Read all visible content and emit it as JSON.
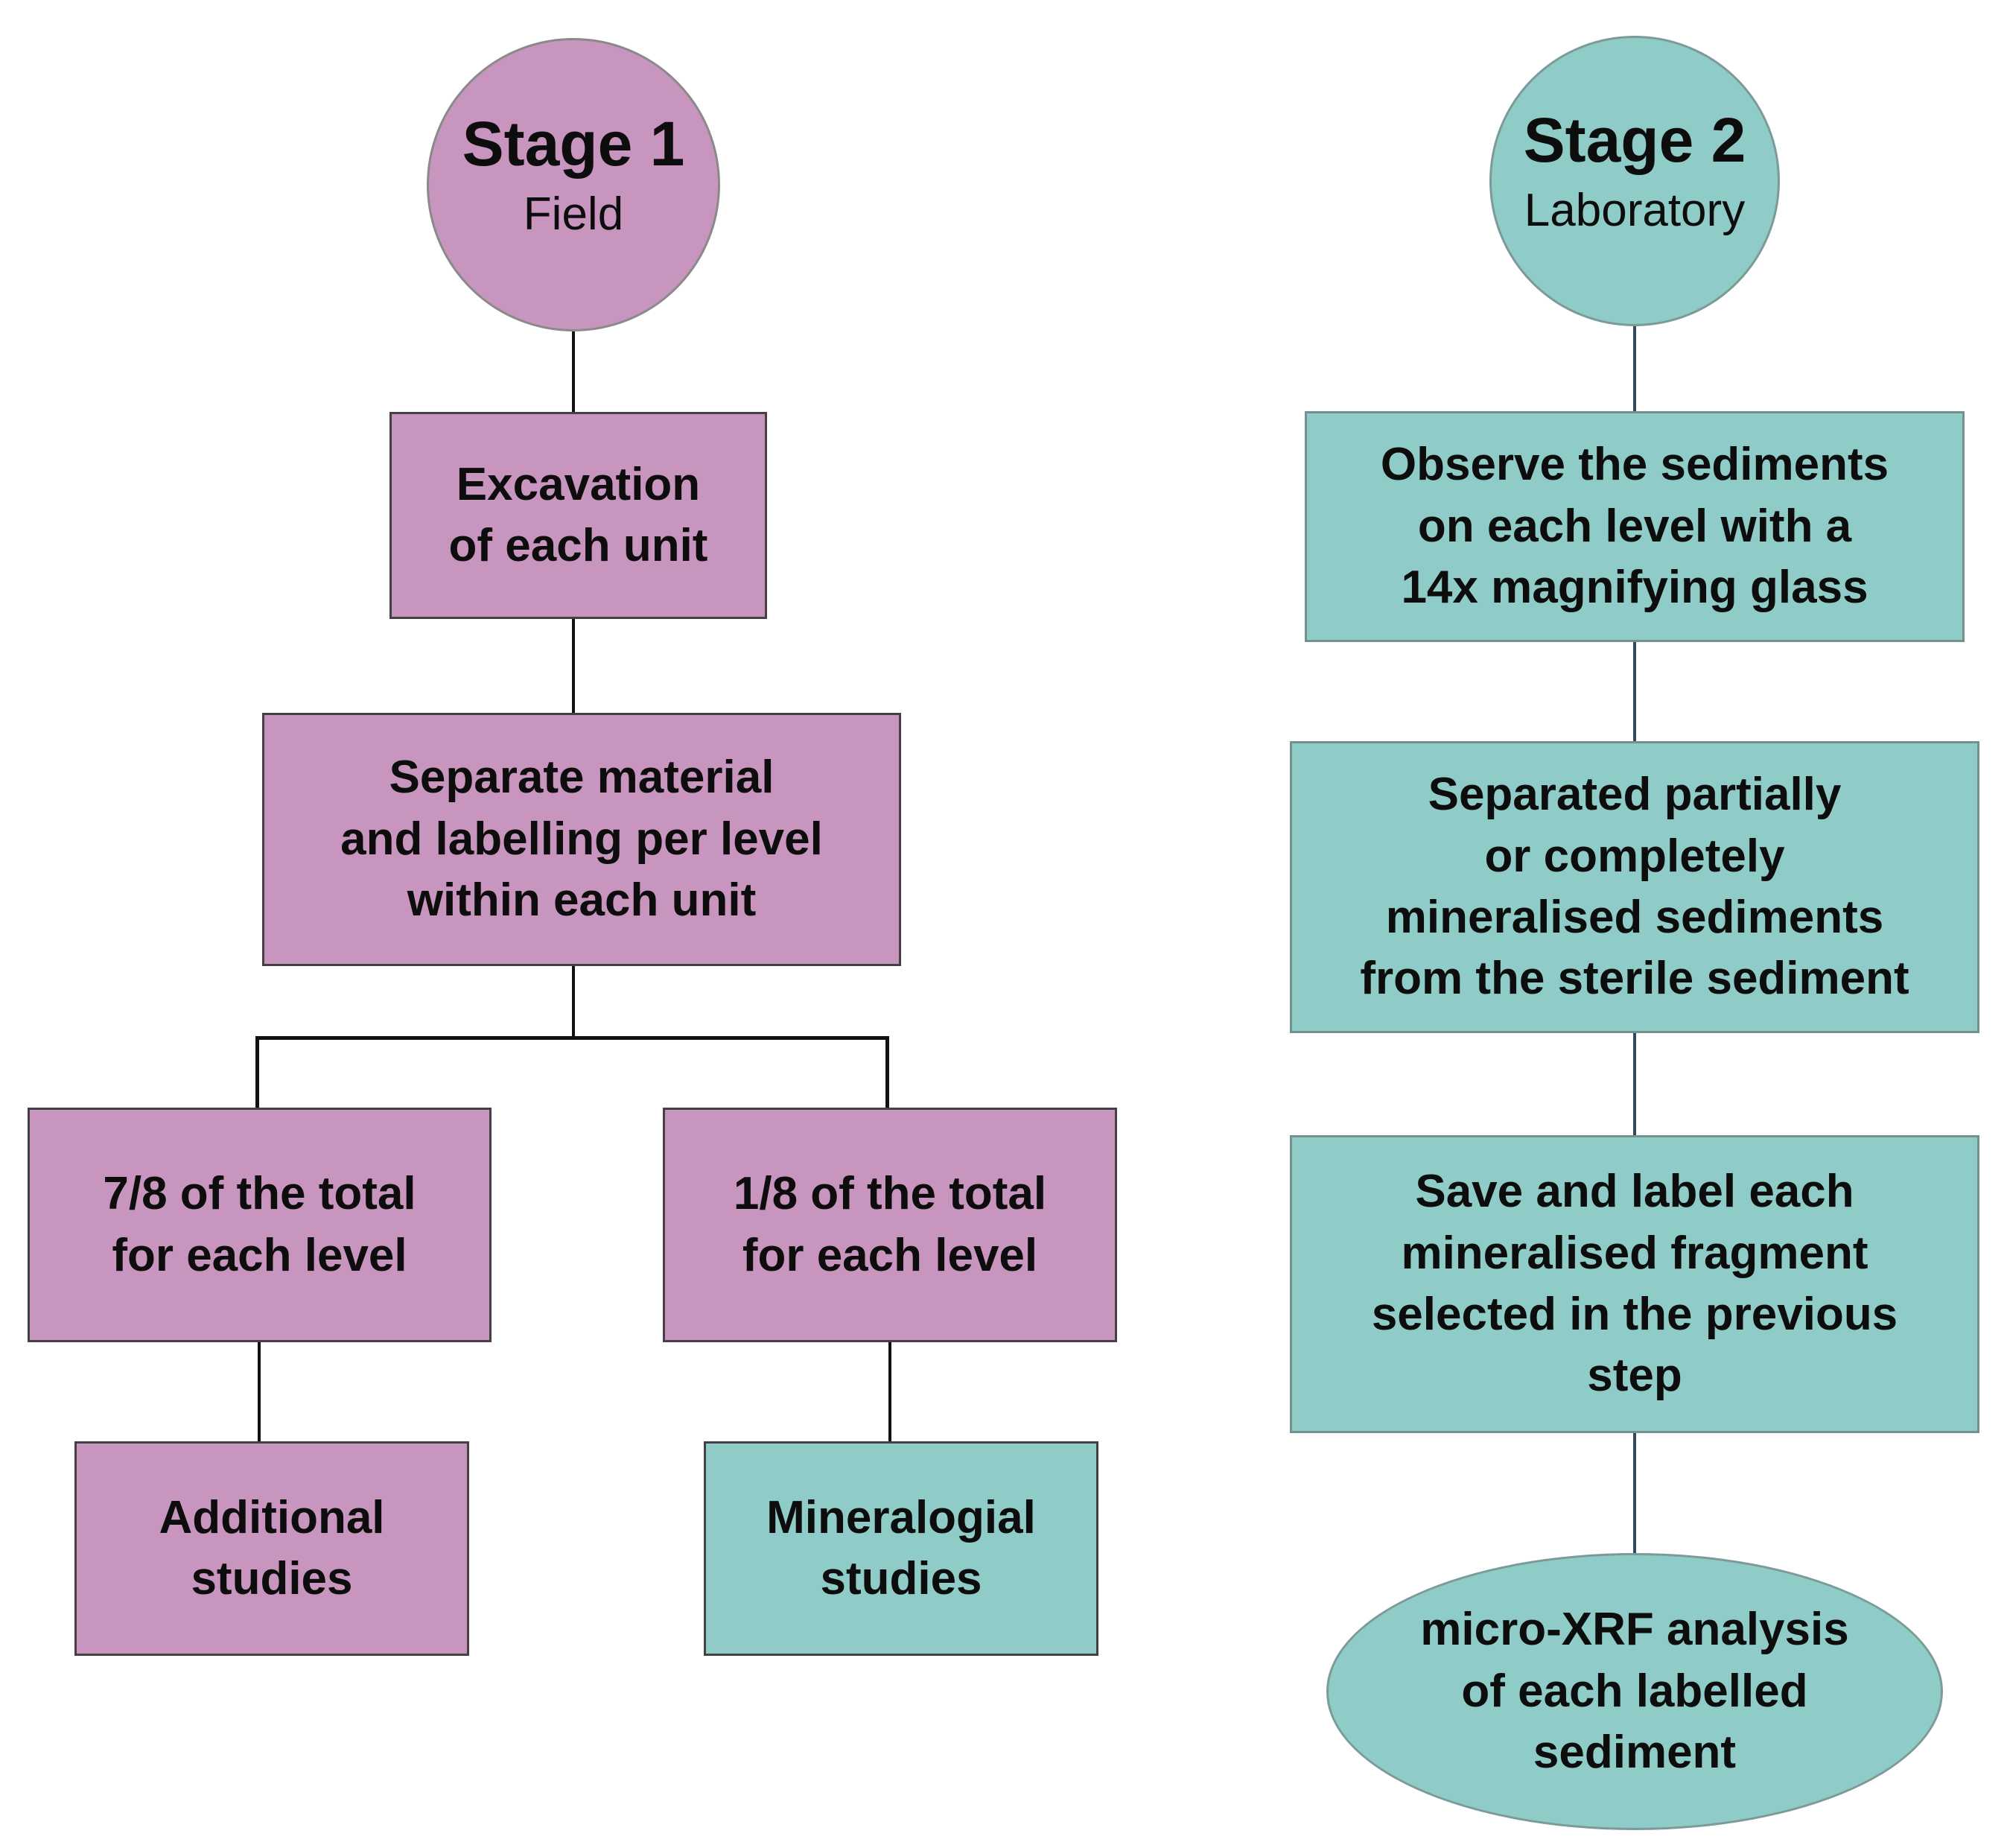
{
  "colors": {
    "pink": "#c795bd",
    "teal": "#8fcbc7",
    "pink_border": "#453f46",
    "teal_border": "#75918f",
    "circle_border": "#8a8a8a",
    "ellipse_border": "#7b9a98",
    "line_left": "#111111",
    "line_right": "#334a5e",
    "text": "#0d0d0d"
  },
  "stage1": {
    "title": "Stage 1",
    "subtitle": "Field"
  },
  "stage2": {
    "title": "Stage 2",
    "subtitle": "Laboratory"
  },
  "left": {
    "excavation": "Excavation\nof each unit",
    "separate": "Separate material\nand labelling per level\nwithin each unit",
    "seven_eighths": "7/8 of the total\nfor each level",
    "one_eighth": "1/8 of the total\nfor each level",
    "additional": "Additional\nstudies",
    "mineralogial": "Mineralogial\nstudies"
  },
  "right": {
    "observe": "Observe the sediments\non each level with a\n14x magnifying glass",
    "separated": "Separated partially\nor completely\nmineralised sediments\nfrom the sterile sediment",
    "save_label": "Save and label each\nmineralised fragment\nselected in the previous\nstep",
    "micro_xrf": "micro-XRF analysis\nof each labelled\nsediment"
  }
}
